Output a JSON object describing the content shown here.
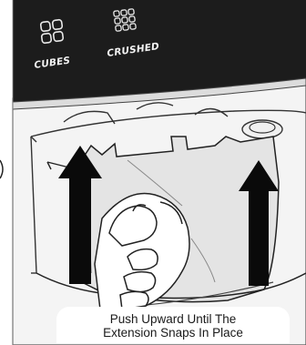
{
  "dispenser_panel": {
    "cubes_label": "CUBES",
    "crushed_label": "CRUSHED",
    "cubes_icon": "cubes-icon",
    "crushed_icon": "crushed-ice-icon"
  },
  "caption": {
    "line1": "Push Upward Until The",
    "line2": "Extension Snaps In Place"
  },
  "colors": {
    "panel": "#1c1c1c",
    "arrow": "#0a0a0a",
    "extension": "#e4e4e4"
  },
  "icons": [
    "up-arrow-icon",
    "up-arrow-icon"
  ]
}
